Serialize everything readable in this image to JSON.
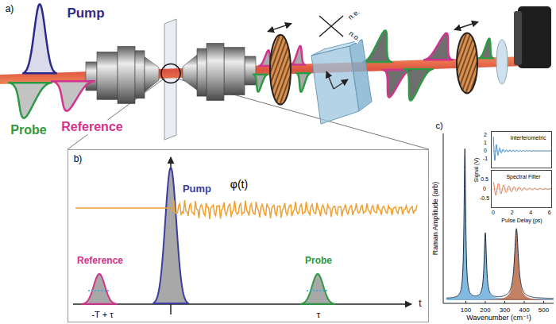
{
  "diagram": {
    "nodes": [
      {
        "text": [
          "b)",
          "Reference",
          "Pump",
          "φ(t)",
          "Probe",
          "-T + τ",
          "τ",
          "t"
        ]
      },
      {
        "text": [
          "Interferometric"
        ]
      },
      {
        "text": [
          "Spectral Filter"
        ]
      }
    ],
    "labels": [
      "a)",
      "Pump",
      "Probe",
      "Reference",
      "n.e.",
      "n.o.",
      "c)",
      "Raman Amplitude (arb)",
      "100",
      "200",
      "300",
      "400",
      "500",
      "Wavenumber (cm⁻¹)",
      "Signal (V)",
      "2",
      "1",
      "0",
      "-1",
      "0.5",
      "0",
      "-0.5",
      "0",
      "2",
      "4",
      "6",
      "Pulse Delay (ps)"
    ]
  }
}
